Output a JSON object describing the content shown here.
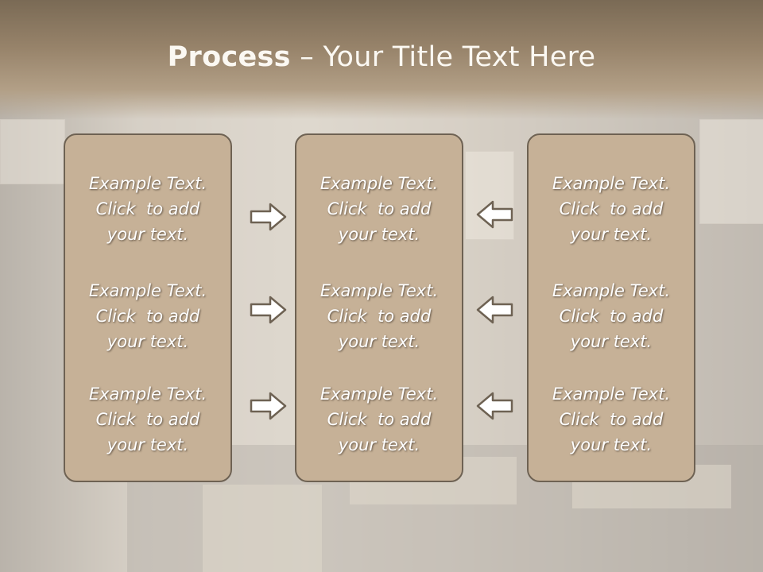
{
  "title": {
    "bold": "Process",
    "rest": " – Your Title Text Here"
  },
  "columns": [
    {
      "items": [
        {
          "line1": "Example Text.",
          "line2": "Click  to add",
          "line3": "your text."
        },
        {
          "line1": "Example Text.",
          "line2": "Click  to add",
          "line3": "your text."
        },
        {
          "line1": "Example Text.",
          "line2": "Click  to add",
          "line3": "your text."
        }
      ]
    },
    {
      "items": [
        {
          "line1": "Example Text.",
          "line2": "Click  to add",
          "line3": "your text."
        },
        {
          "line1": "Example Text.",
          "line2": "Click  to add",
          "line3": "your text."
        },
        {
          "line1": "Example Text.",
          "line2": "Click  to add",
          "line3": "your text."
        }
      ]
    },
    {
      "items": [
        {
          "line1": "Example Text.",
          "line2": "Click  to add",
          "line3": "your text."
        },
        {
          "line1": "Example Text.",
          "line2": "Click  to add",
          "line3": "your text."
        },
        {
          "line1": "Example Text.",
          "line2": "Click  to add",
          "line3": "your text."
        }
      ]
    }
  ],
  "arrows": {
    "left_group": "arrow-right-icon",
    "right_group": "arrow-left-icon"
  },
  "colors": {
    "box_fill": "#c6b197",
    "box_border": "#6e6253",
    "title_band": "#8f7c63"
  }
}
